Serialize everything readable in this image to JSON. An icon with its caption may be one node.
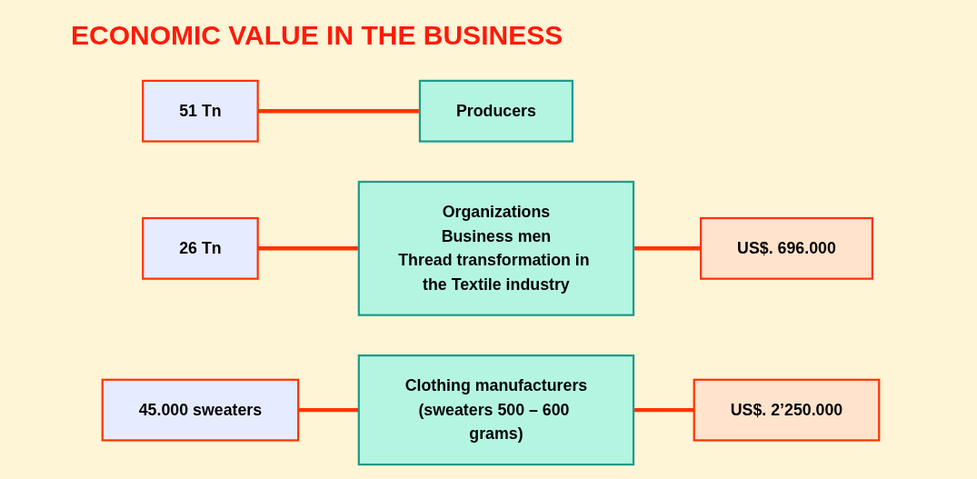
{
  "diagram": {
    "title": "ECONOMIC VALUE IN THE BUSINESS",
    "nodes": [
      {
        "text": [
          "51 Tn"
        ]
      },
      {
        "text": [
          "Producers"
        ]
      },
      {
        "text": [
          "26 Tn"
        ]
      },
      {
        "text": [
          "Organizations",
          "Business men",
          "Thread transformation in the Textile industry"
        ]
      },
      {
        "text": [
          "US$. 696.000"
        ]
      },
      {
        "text": [
          "45.000 sweaters"
        ]
      },
      {
        "text": [
          "Clothing manufacturers",
          "(sweaters 500 – 600 grams)"
        ]
      },
      {
        "text": [
          "US$. 2’250.000"
        ]
      }
    ],
    "edges": [
      {
        "from": 0,
        "to": 1,
        "arrow": "none"
      },
      {
        "from": 2,
        "to": 3,
        "arrow": "none"
      },
      {
        "from": 3,
        "to": 4,
        "arrow": "none"
      },
      {
        "from": 5,
        "to": 6,
        "arrow": "none"
      },
      {
        "from": 6,
        "to": 7,
        "arrow": "none"
      }
    ]
  }
}
